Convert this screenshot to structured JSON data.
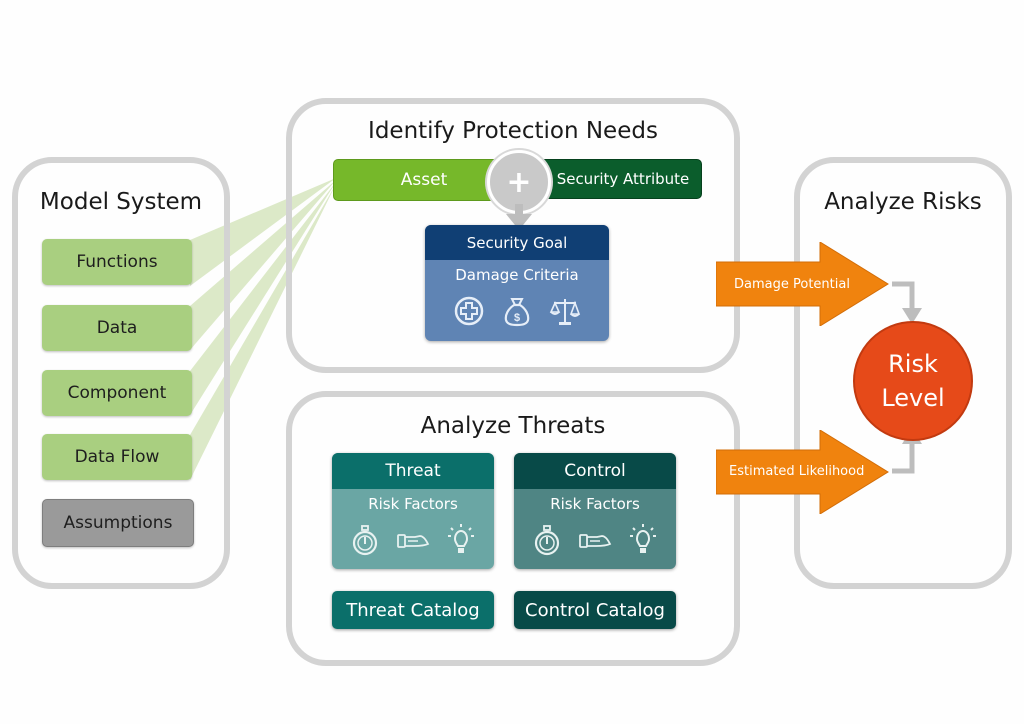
{
  "model_system": {
    "title": "Model System",
    "items": [
      {
        "label": "Functions",
        "type": "model-element"
      },
      {
        "label": "Data",
        "type": "model-element"
      },
      {
        "label": "Component",
        "type": "model-element"
      },
      {
        "label": "Data Flow",
        "type": "model-element"
      },
      {
        "label": "Assumptions",
        "type": "assumption"
      }
    ]
  },
  "protection_needs": {
    "title": "Identify Protection Needs",
    "asset_label": "Asset",
    "combine_symbol": "+",
    "security_attribute_label": "Security Attribute",
    "security_goal": {
      "header": "Security Goal",
      "subheader": "Damage Criteria",
      "icons": [
        "medical-cross-icon",
        "money-bag-icon",
        "scales-icon"
      ]
    }
  },
  "threats": {
    "title": "Analyze Threats",
    "threat_card": {
      "header": "Threat",
      "subheader": "Risk Factors",
      "icons": [
        "stopwatch-icon",
        "hand-icon",
        "lightbulb-icon"
      ]
    },
    "control_card": {
      "header": "Control",
      "subheader": "Risk Factors",
      "icons": [
        "stopwatch-icon",
        "hand-icon",
        "lightbulb-icon"
      ]
    },
    "threat_catalog_label": "Threat Catalog",
    "control_catalog_label": "Control Catalog"
  },
  "risks": {
    "title": "Analyze Risks",
    "damage_arrow_label": "Damage Potential",
    "likelihood_arrow_label": "Estimated Likelihood",
    "risk_level_line1": "Risk",
    "risk_level_line2": "Level"
  },
  "colors": {
    "panel_border": "#d3d3d3",
    "model_green": "#a9cf80",
    "asset_green": "#76b82a",
    "security_attribute_green": "#0b5d2c",
    "security_goal_header": "#103f74",
    "security_goal_body": "#5f84b4",
    "threat_header": "#0b6f6a",
    "threat_body": "#6aa6a4",
    "control_header": "#084a48",
    "control_body": "#4f8584",
    "arrow_orange": "#f0830e",
    "risk_red": "#e64a19"
  }
}
